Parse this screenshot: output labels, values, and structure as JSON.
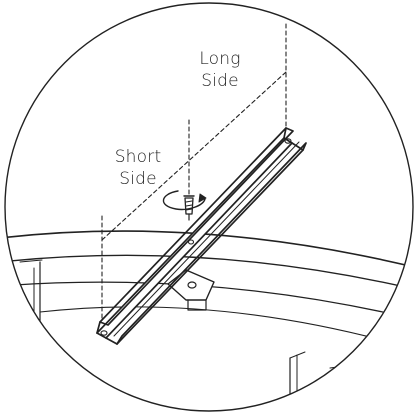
{
  "labels": {
    "long_side": [
      "Long",
      "Side"
    ],
    "short_side": [
      "Short",
      "Side"
    ]
  },
  "colors": {
    "line": "#222222",
    "background": "#ffffff"
  }
}
